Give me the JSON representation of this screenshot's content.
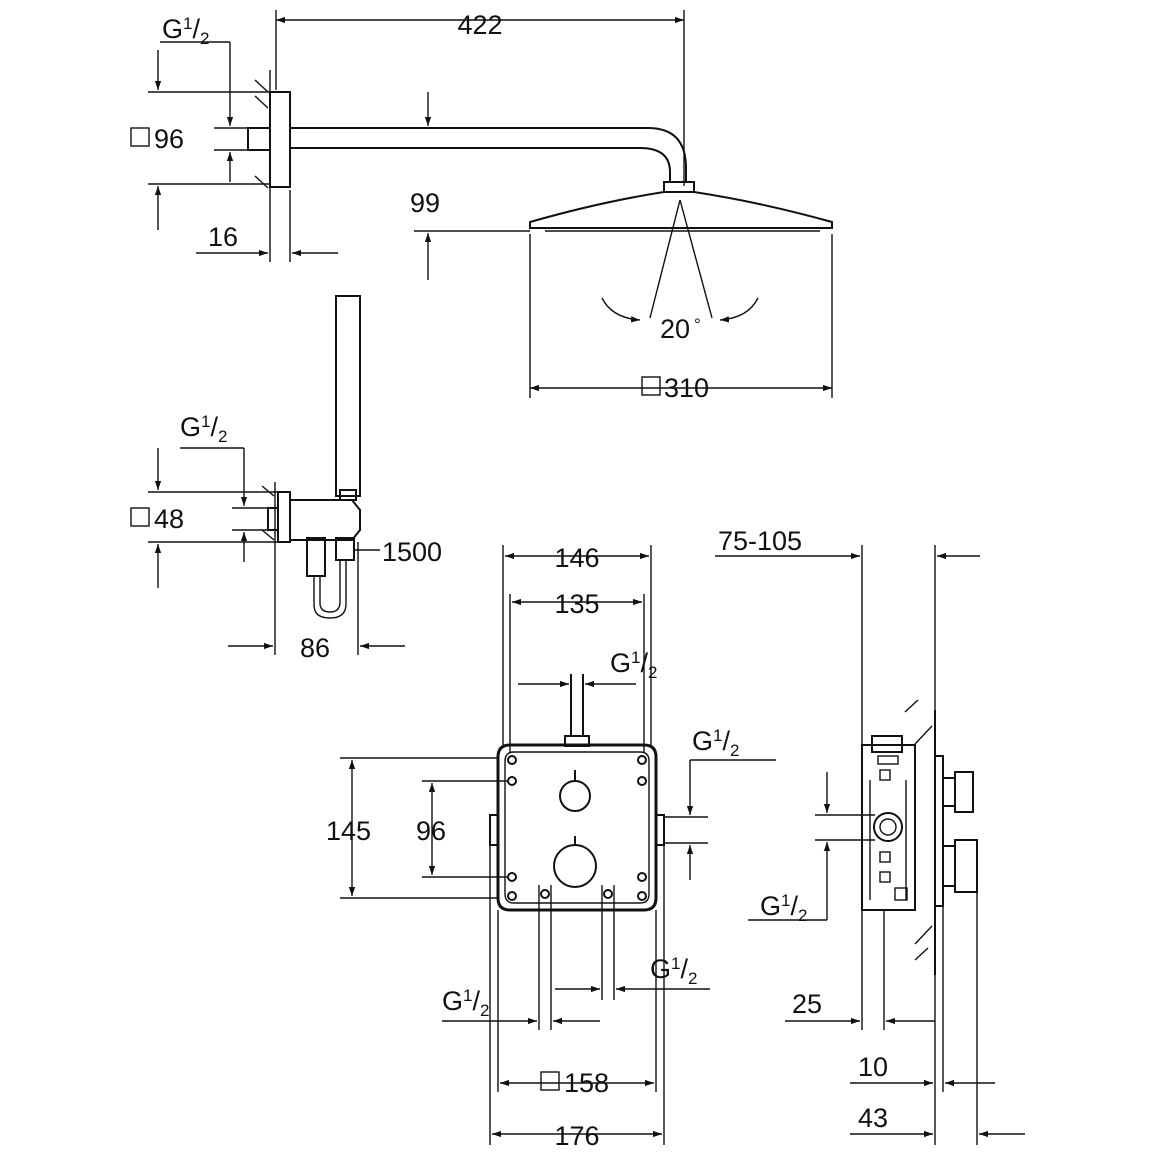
{
  "dimensions": {
    "arm_length": "422",
    "arm_thread": {
      "g": "G",
      "num": "1",
      "den": "2"
    },
    "arm_flange": "96",
    "arm_flange_depth": "16",
    "head_height": "99",
    "head_angle": "20",
    "head_angle_unit": "°",
    "head_size": "310",
    "hose_thread": {
      "g": "G",
      "num": "1",
      "den": "2"
    },
    "elbow_flange": "48",
    "elbow_depth": "86",
    "hose_length": "1500",
    "box_outer": "146",
    "box_inner": "135",
    "box_top_thread": {
      "g": "G",
      "num": "1",
      "den": "2"
    },
    "box_right_thread": {
      "g": "G",
      "num": "1",
      "den": "2"
    },
    "box_height": "145",
    "box_hole_spacing": "96",
    "box_bottom_thread_right": {
      "g": "G",
      "num": "1",
      "den": "2"
    },
    "box_bottom_thread_left": {
      "g": "G",
      "num": "1",
      "den": "2"
    },
    "box_square": "158",
    "box_width": "176",
    "side_depth_range": "75-105",
    "side_thread": {
      "g": "G",
      "num": "1",
      "den": "2"
    },
    "side_25": "25",
    "side_10": "10",
    "side_43": "43"
  }
}
